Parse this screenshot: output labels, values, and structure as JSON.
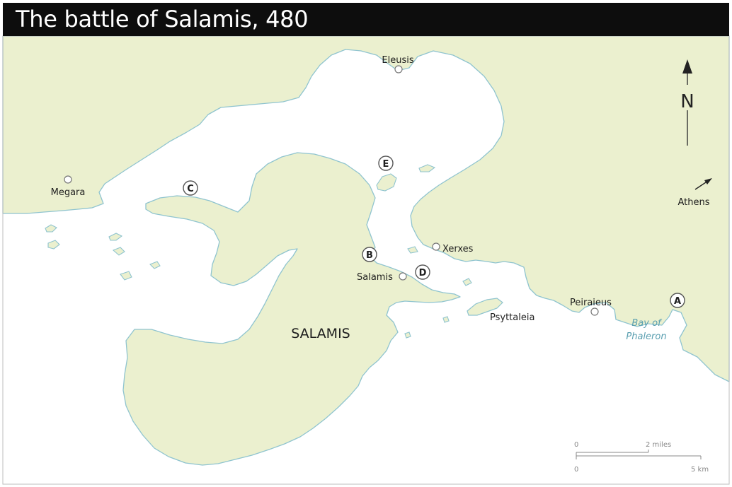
{
  "title": "The battle of Salamis, 480",
  "places": {
    "eleusis": "Eleusis",
    "megara": "Megara",
    "athens": "Athens",
    "xerxes": "Xerxes",
    "salamis_town": "Salamis",
    "psyttaleia": "Psyttaleia",
    "peiraieus": "Peiraieus",
    "bay_line1": "Bay of",
    "bay_line2": "Phaleron",
    "salamis_island": "SALAMIS"
  },
  "markers": {
    "a": "A",
    "b": "B",
    "c": "C",
    "d": "D",
    "e": "E"
  },
  "compass": {
    "north": "N"
  },
  "scale": {
    "miles_zero": "0",
    "miles_label": "2 miles",
    "km_zero": "0",
    "km_label": "5 km"
  },
  "colors": {
    "land": "#ebf0cf",
    "coast": "#8fc4cf",
    "sea": "#ffffff",
    "title_bg": "#0d0d0d"
  }
}
